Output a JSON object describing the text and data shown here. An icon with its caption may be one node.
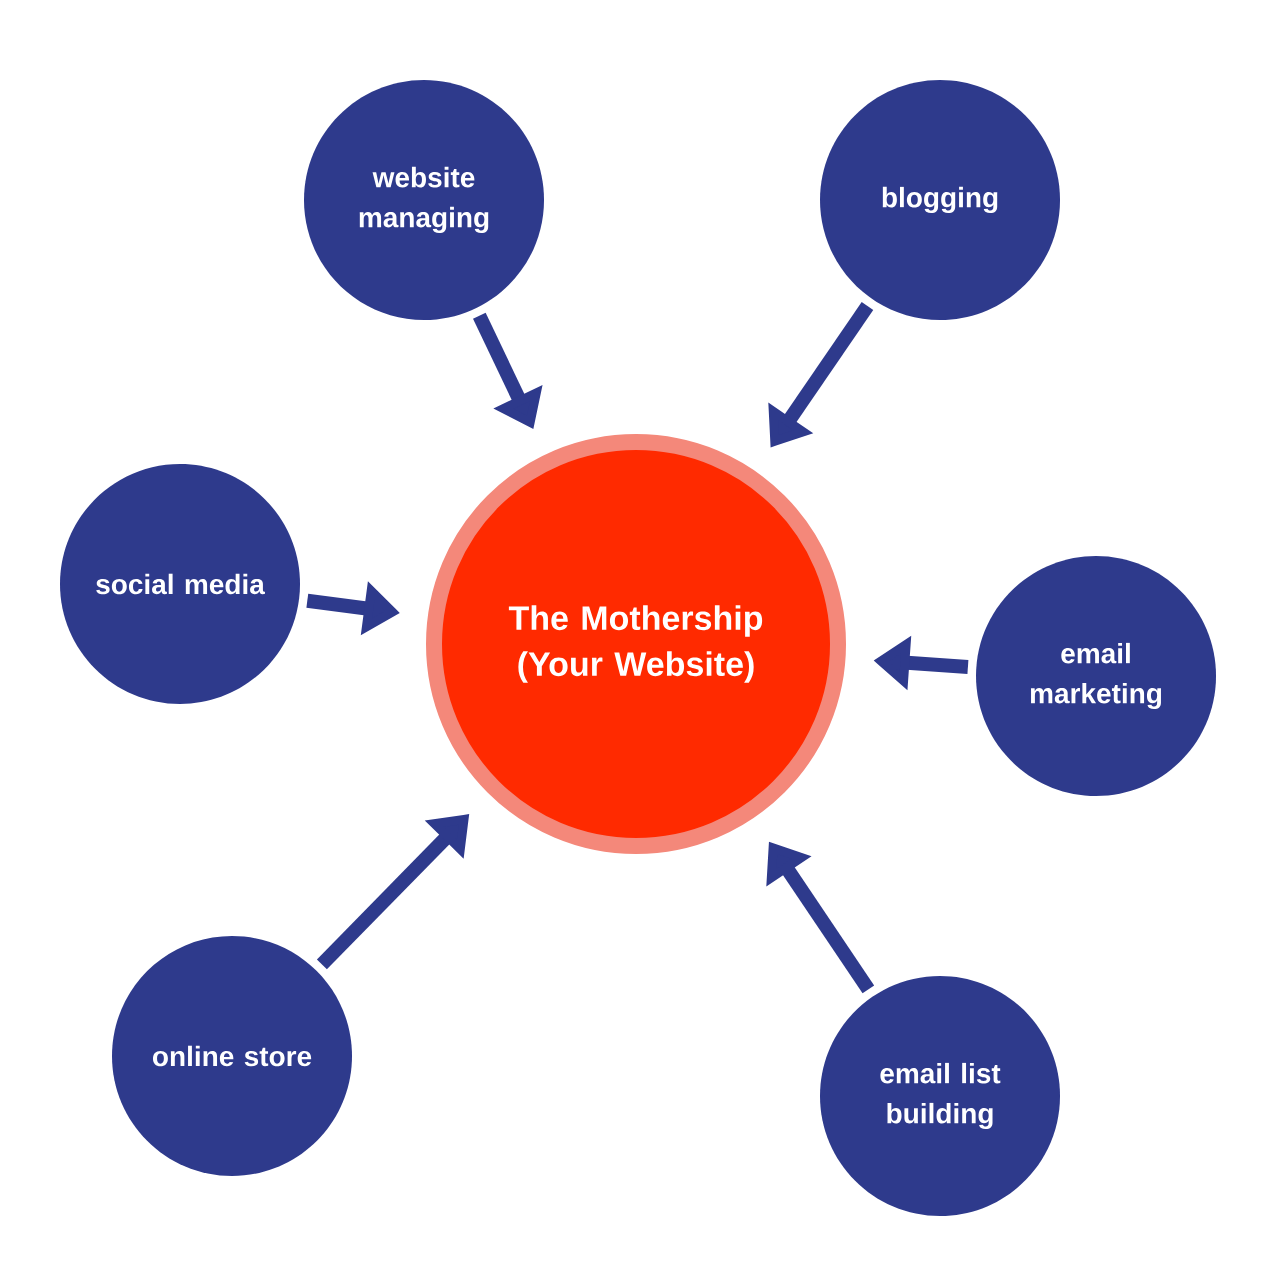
{
  "diagram": {
    "nodes": [
      {
        "text": [
          "The Mothership",
          "(Your Website)"
        ]
      },
      {
        "text": [
          "website managing"
        ]
      },
      {
        "text": [
          "blogging"
        ]
      },
      {
        "text": [
          "social media"
        ]
      },
      {
        "text": [
          "email marketing"
        ]
      },
      {
        "text": [
          "online store"
        ]
      },
      {
        "text": [
          "email list building"
        ]
      }
    ],
    "edges": [
      {
        "from": 1,
        "to": 0,
        "arrow": "to"
      },
      {
        "from": 2,
        "to": 0,
        "arrow": "to"
      },
      {
        "from": 3,
        "to": 0,
        "arrow": "to"
      },
      {
        "from": 4,
        "to": 0,
        "arrow": "to"
      },
      {
        "from": 5,
        "to": 0,
        "arrow": "to"
      },
      {
        "from": 6,
        "to": 0,
        "arrow": "to"
      }
    ]
  }
}
